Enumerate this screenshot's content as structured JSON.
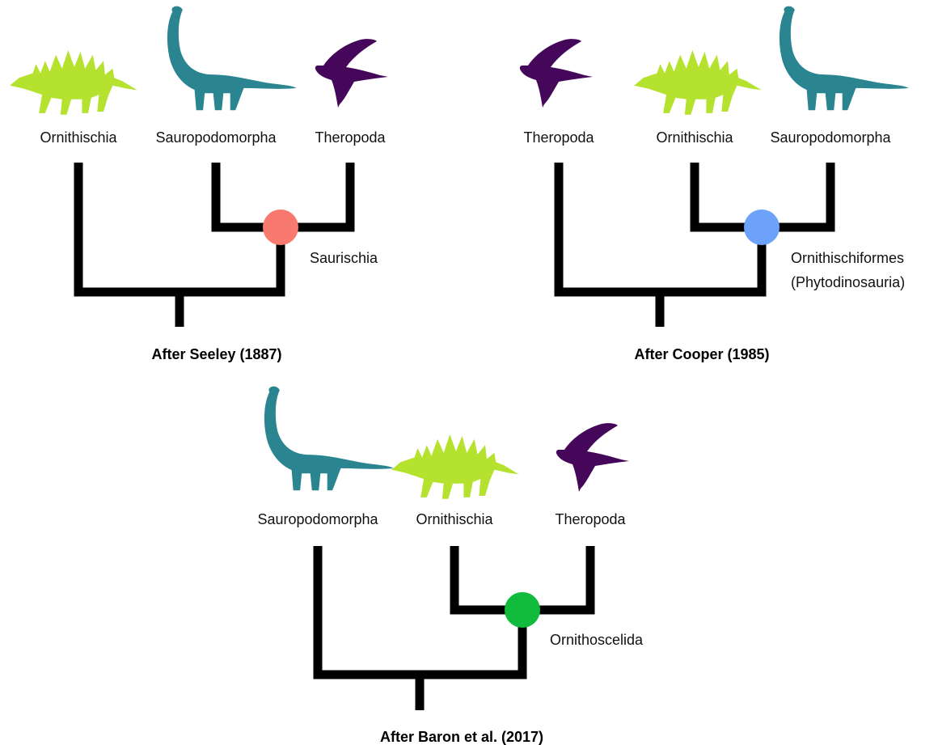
{
  "colors": {
    "ornithischia": "#b5e22e",
    "sauropodomorpha": "#2b8591",
    "theropoda": "#45075a",
    "saurischia": "#f87a6f",
    "ornithischiformes": "#6da2fa",
    "ornithoscelida": "#11bb3c",
    "branches": "#000000"
  },
  "icons": {
    "ornithischia": "stegosaur-silhouette-icon",
    "sauropodomorpha": "sauropod-silhouette-icon",
    "theropoda": "bird-silhouette-icon"
  },
  "trees": [
    {
      "caption": "After Seeley (1887)",
      "taxa": [
        "Ornithischia",
        "Sauropodomorpha",
        "Theropoda"
      ],
      "clade": [
        "Saurischia"
      ]
    },
    {
      "caption": "After Cooper (1985)",
      "taxa": [
        "Theropoda",
        "Ornithischia",
        "Sauropodomorpha"
      ],
      "clade": [
        "Ornithischiformes",
        "(Phytodinosauria)"
      ]
    },
    {
      "caption": "After Baron et al. (2017)",
      "taxa": [
        "Sauropodomorpha",
        "Ornithischia",
        "Theropoda"
      ],
      "clade": [
        "Ornithoscelida"
      ]
    }
  ]
}
